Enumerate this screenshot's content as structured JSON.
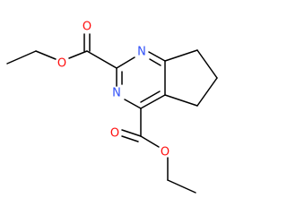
{
  "molecule": {
    "atoms": {
      "o_ester1_ether": {
        "symbol": "O",
        "color": "#FF0D0D"
      },
      "o_ester1_carbonyl": {
        "symbol": "O",
        "color": "#FF0D0D"
      },
      "n1": {
        "symbol": "N",
        "color": "#3050F8"
      },
      "n3": {
        "symbol": "N",
        "color": "#3050F8"
      },
      "o_ester2_carbonyl": {
        "symbol": "O",
        "color": "#FF0D0D"
      },
      "o_ester2_ether": {
        "symbol": "O",
        "color": "#FF0D0D"
      }
    },
    "bond_color": "#000000",
    "background": "#FFFFFF"
  }
}
